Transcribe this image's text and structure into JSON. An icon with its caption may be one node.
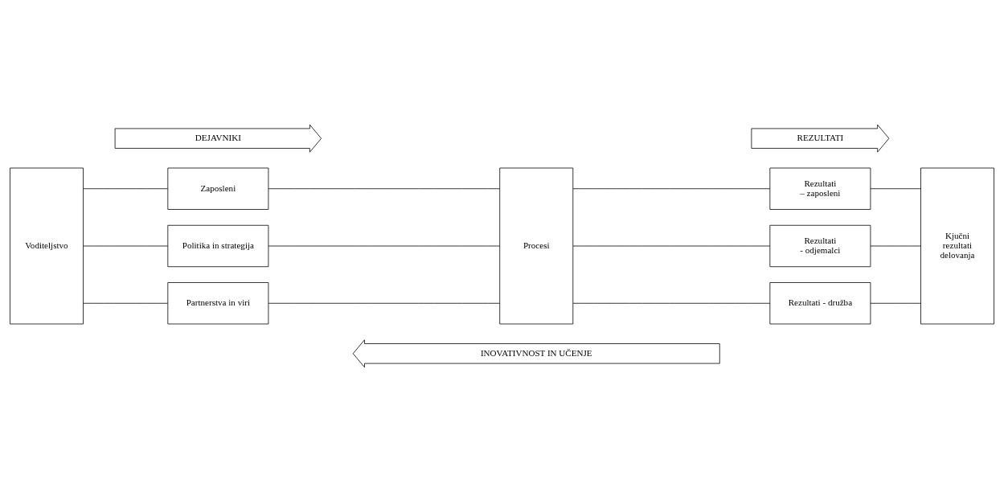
{
  "diagram": {
    "nodes": [
      {
        "text": [
          "DEJAVNIKI"
        ]
      },
      {
        "text": [
          "REZULTATI"
        ]
      },
      {
        "text": [
          "Voditeljstvo"
        ]
      },
      {
        "text": [
          "Zaposleni"
        ]
      },
      {
        "text": [
          "Politika in strategija"
        ]
      },
      {
        "text": [
          "Partnerstva in viri"
        ]
      },
      {
        "text": [
          "Procesi"
        ]
      },
      {
        "text": [
          "Rezultati – zaposleni"
        ]
      },
      {
        "text": [
          "Rezultati - odjemalci"
        ]
      },
      {
        "text": [
          "Rezultati - družba"
        ]
      },
      {
        "text": [
          "Kjučni rezultati delovanja"
        ]
      },
      {
        "text": [
          "INOVATIVNOST IN UČENJE"
        ]
      }
    ],
    "edges": [
      {
        "from": 2,
        "to": 3,
        "arrow": "none"
      },
      {
        "from": 2,
        "to": 4,
        "arrow": "none"
      },
      {
        "from": 2,
        "to": 5,
        "arrow": "none"
      },
      {
        "from": 3,
        "to": 6,
        "arrow": "none"
      },
      {
        "from": 4,
        "to": 6,
        "arrow": "none"
      },
      {
        "from": 5,
        "to": 6,
        "arrow": "none"
      },
      {
        "from": 6,
        "to": 7,
        "arrow": "none"
      },
      {
        "from": 6,
        "to": 8,
        "arrow": "none"
      },
      {
        "from": 6,
        "to": 9,
        "arrow": "none"
      },
      {
        "from": 7,
        "to": 10,
        "arrow": "none"
      },
      {
        "from": 8,
        "to": 10,
        "arrow": "none"
      },
      {
        "from": 9,
        "to": 10,
        "arrow": "none"
      }
    ]
  }
}
